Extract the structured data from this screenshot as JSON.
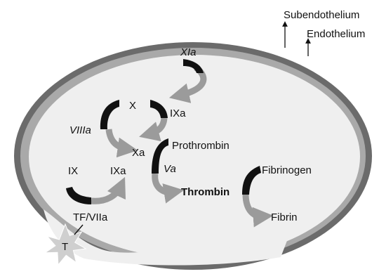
{
  "labels": {
    "subendothelium": "Subendothelium",
    "endothelium": "Endothelium",
    "xia": "XIa",
    "x": "X",
    "ixa_top": "IXa",
    "viiia": "VIIIa",
    "xa": "Xa",
    "prothrombin": "Prothrombin",
    "ix": "IX",
    "ixa_mid": "IXa",
    "va": "Va",
    "thrombin": "Thrombin",
    "fibrinogen": "Fibrinogen",
    "fibrin": "Fibrin",
    "tf_viia": "TF/VIIa",
    "t": "T"
  },
  "colors": {
    "outer_layer": "#6b6b6b",
    "inner_layer": "#a9a9a9",
    "lumen": "#efefef",
    "enzyme_arc": "#111111",
    "product_arrow": "#9b9b9b",
    "star": "#cfcfcf"
  }
}
